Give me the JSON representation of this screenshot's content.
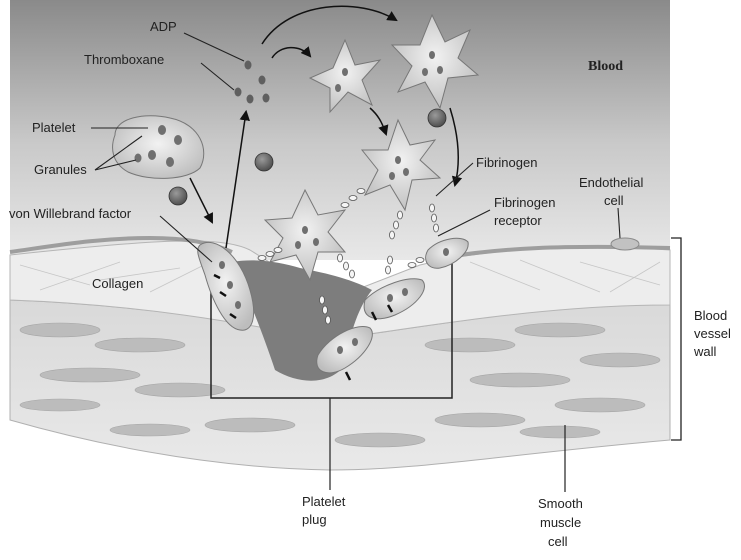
{
  "labels": {
    "adp": "ADP",
    "thromboxane": "Thromboxane",
    "blood": "Blood",
    "platelet": "Platelet",
    "granules": "Granules",
    "von_willebrand": "von Willebrand factor",
    "collagen": "Collagen",
    "fibrinogen": "Fibrinogen",
    "fibrinogen_receptor_line1": "Fibrinogen",
    "fibrinogen_receptor_line2": "receptor",
    "endothelial_line1": "Endothelial",
    "endothelial_line2": "cell",
    "vessel_wall_line1": "Blood",
    "vessel_wall_line2": "vessel",
    "vessel_wall_line3": "wall",
    "platelet_plug_line1": "Platelet",
    "platelet_plug_line2": "plug",
    "smooth_muscle_line1": "Smooth",
    "smooth_muscle_line2": "muscle",
    "smooth_muscle_line3": "cell"
  }
}
